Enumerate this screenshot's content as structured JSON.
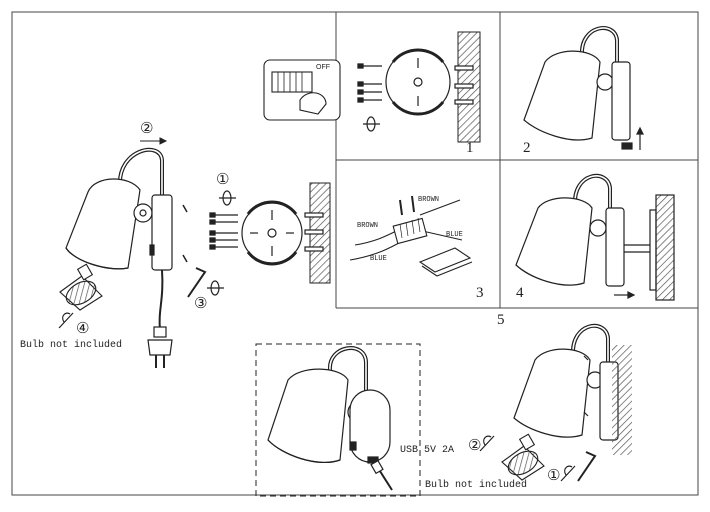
{
  "steps": {
    "s1": "1",
    "s2": "2",
    "s3": "3",
    "s4": "4",
    "s5": "5"
  },
  "circled": {
    "c1": "①",
    "c2": "②",
    "c3": "③",
    "c4": "④",
    "c1b": "①",
    "c2b": "②"
  },
  "wires": {
    "brown_a": "BROWN",
    "brown_b": "BROWN",
    "blue_a": "BLUE",
    "blue_b": "BLUE"
  },
  "switch_text": "OFF",
  "notes": {
    "bulb_left": "Bulb not included",
    "bulb_bottom": "Bulb not included",
    "usb": "USB 5V 2A"
  },
  "icons": [
    "rotate-icon",
    "screw-icon",
    "hex-key-icon",
    "plug-icon",
    "bulb-icon",
    "wall-hatch-icon"
  ]
}
